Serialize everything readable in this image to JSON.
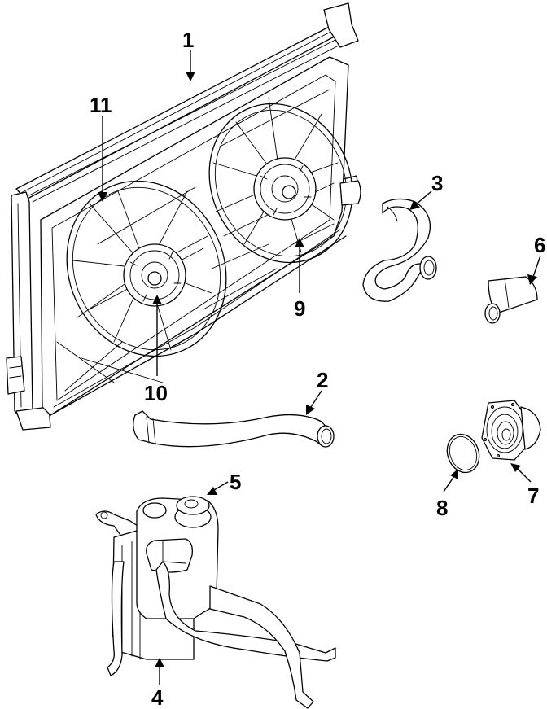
{
  "diagram": {
    "title": "Radiator & Cooling Components (exploded view)",
    "callouts": [
      {
        "id": "1",
        "label": "1",
        "part": "radiator"
      },
      {
        "id": "2",
        "label": "2",
        "part": "lower-radiator-hose"
      },
      {
        "id": "3",
        "label": "3",
        "part": "upper-radiator-hose"
      },
      {
        "id": "4",
        "label": "4",
        "part": "coolant-reservoir"
      },
      {
        "id": "5",
        "label": "5",
        "part": "reservoir-cap"
      },
      {
        "id": "6",
        "label": "6",
        "part": "hose-connector"
      },
      {
        "id": "7",
        "label": "7",
        "part": "thermostat-housing"
      },
      {
        "id": "8",
        "label": "8",
        "part": "thermostat-gasket"
      },
      {
        "id": "9",
        "label": "9",
        "part": "fan-motor-right"
      },
      {
        "id": "10",
        "label": "10",
        "part": "fan-motor-left"
      },
      {
        "id": "11",
        "label": "11",
        "part": "fan-shroud-assembly"
      }
    ]
  }
}
